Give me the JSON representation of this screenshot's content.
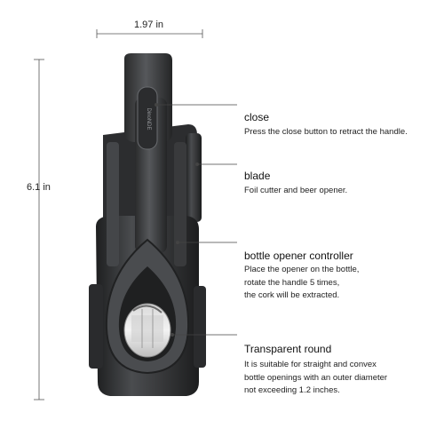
{
  "dimensions": {
    "width": "1.97 in",
    "height": "6.1 in"
  },
  "device_logo": "DinoNDE",
  "callouts": [
    {
      "title": "close",
      "lines": [
        "Press the close button to retract the handle."
      ]
    },
    {
      "title": "blade",
      "lines": [
        "Foil cutter and beer opener."
      ]
    },
    {
      "title": "bottle opener controller",
      "lines": [
        "Place the opener on the bottle,",
        "rotate the handle 5 times,",
        "the cork will be extracted."
      ]
    },
    {
      "title": "Transparent round",
      "lines": [
        "It is suitable for straight and convex",
        "bottle openings with an outer diameter",
        "not exceeding 1.2 inches."
      ]
    }
  ],
  "colors": {
    "body": "#3a3b3d",
    "body_dark": "#242526",
    "highlight": "#5d5f62",
    "line": "#444444"
  }
}
